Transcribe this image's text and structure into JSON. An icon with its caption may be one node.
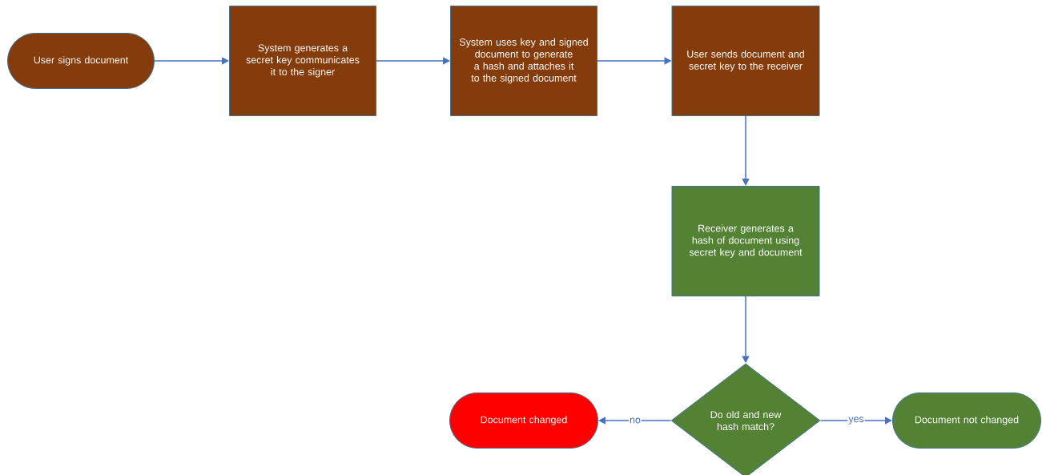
{
  "diagram": {
    "nodes": [
      {
        "text": [
          "User signs document"
        ]
      },
      {
        "text": [
          "System generates a secret key communicates it to the signer"
        ]
      },
      {
        "text": [
          "System uses key and signed document to generate a hash and attaches it to the signed document"
        ]
      },
      {
        "text": [
          "User sends document and secret key to the receiver"
        ]
      },
      {
        "text": [
          "Receiver generates a hash of document using secret key and document"
        ]
      },
      {
        "text": [
          "Do old and new hash match?"
        ]
      },
      {
        "text": [
          "Document changed"
        ]
      },
      {
        "text": [
          "Document not changed"
        ]
      }
    ],
    "edges": [
      {
        "from": 0,
        "to": 1,
        "arrow": "to"
      },
      {
        "from": 1,
        "to": 2,
        "arrow": "to"
      },
      {
        "from": 2,
        "to": 3,
        "arrow": "to"
      },
      {
        "from": 3,
        "to": 4,
        "arrow": "to"
      },
      {
        "from": 4,
        "to": 5,
        "arrow": "to"
      },
      {
        "from": 5,
        "to": 6,
        "arrow": "to",
        "label": "no"
      },
      {
        "from": 5,
        "to": 7,
        "arrow": "to",
        "label": "yes"
      }
    ]
  }
}
